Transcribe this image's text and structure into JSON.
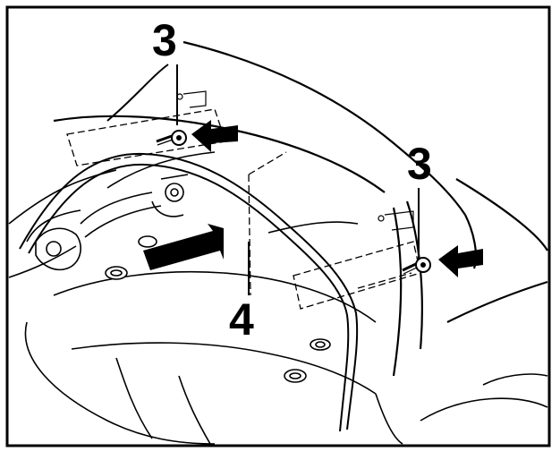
{
  "diagram": {
    "callouts": [
      {
        "id": "3a",
        "label": "3"
      },
      {
        "id": "3b",
        "label": "3"
      },
      {
        "id": "4",
        "label": "4"
      }
    ],
    "colors": {
      "line": "#000000",
      "background": "#ffffff"
    },
    "icons": [
      "arrow-icon",
      "screw-icon",
      "lamp-housing",
      "cable"
    ]
  }
}
